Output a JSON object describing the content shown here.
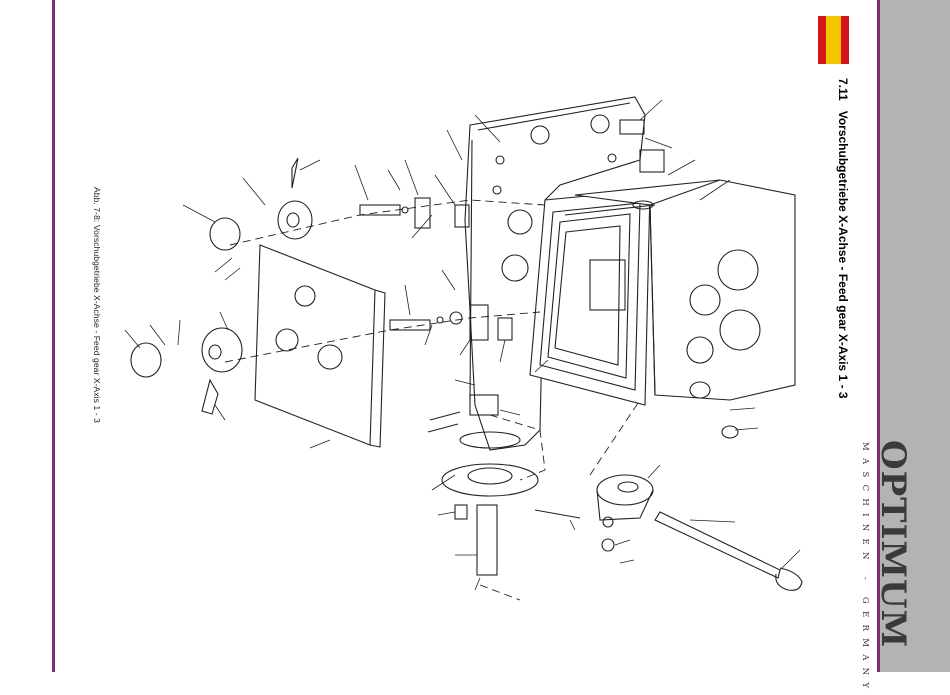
{
  "section": {
    "number": "7.11",
    "title": "Vorschubgetriebe X-Achse - Feed gear X-Axis 1 - 3"
  },
  "figure_caption": "Abb. 7-8:  Vorschubgetriebe X-Achse - Feed gear X-Axis 1 - 3",
  "brand": {
    "name": "OPTIMUM",
    "tagline": "MASCHINEN - GERMANY"
  },
  "colors": {
    "frame": "#7a2c74",
    "sidebar": "#b3b3b3",
    "flag_red": "#d6141e",
    "flag_yellow": "#f4c600"
  }
}
